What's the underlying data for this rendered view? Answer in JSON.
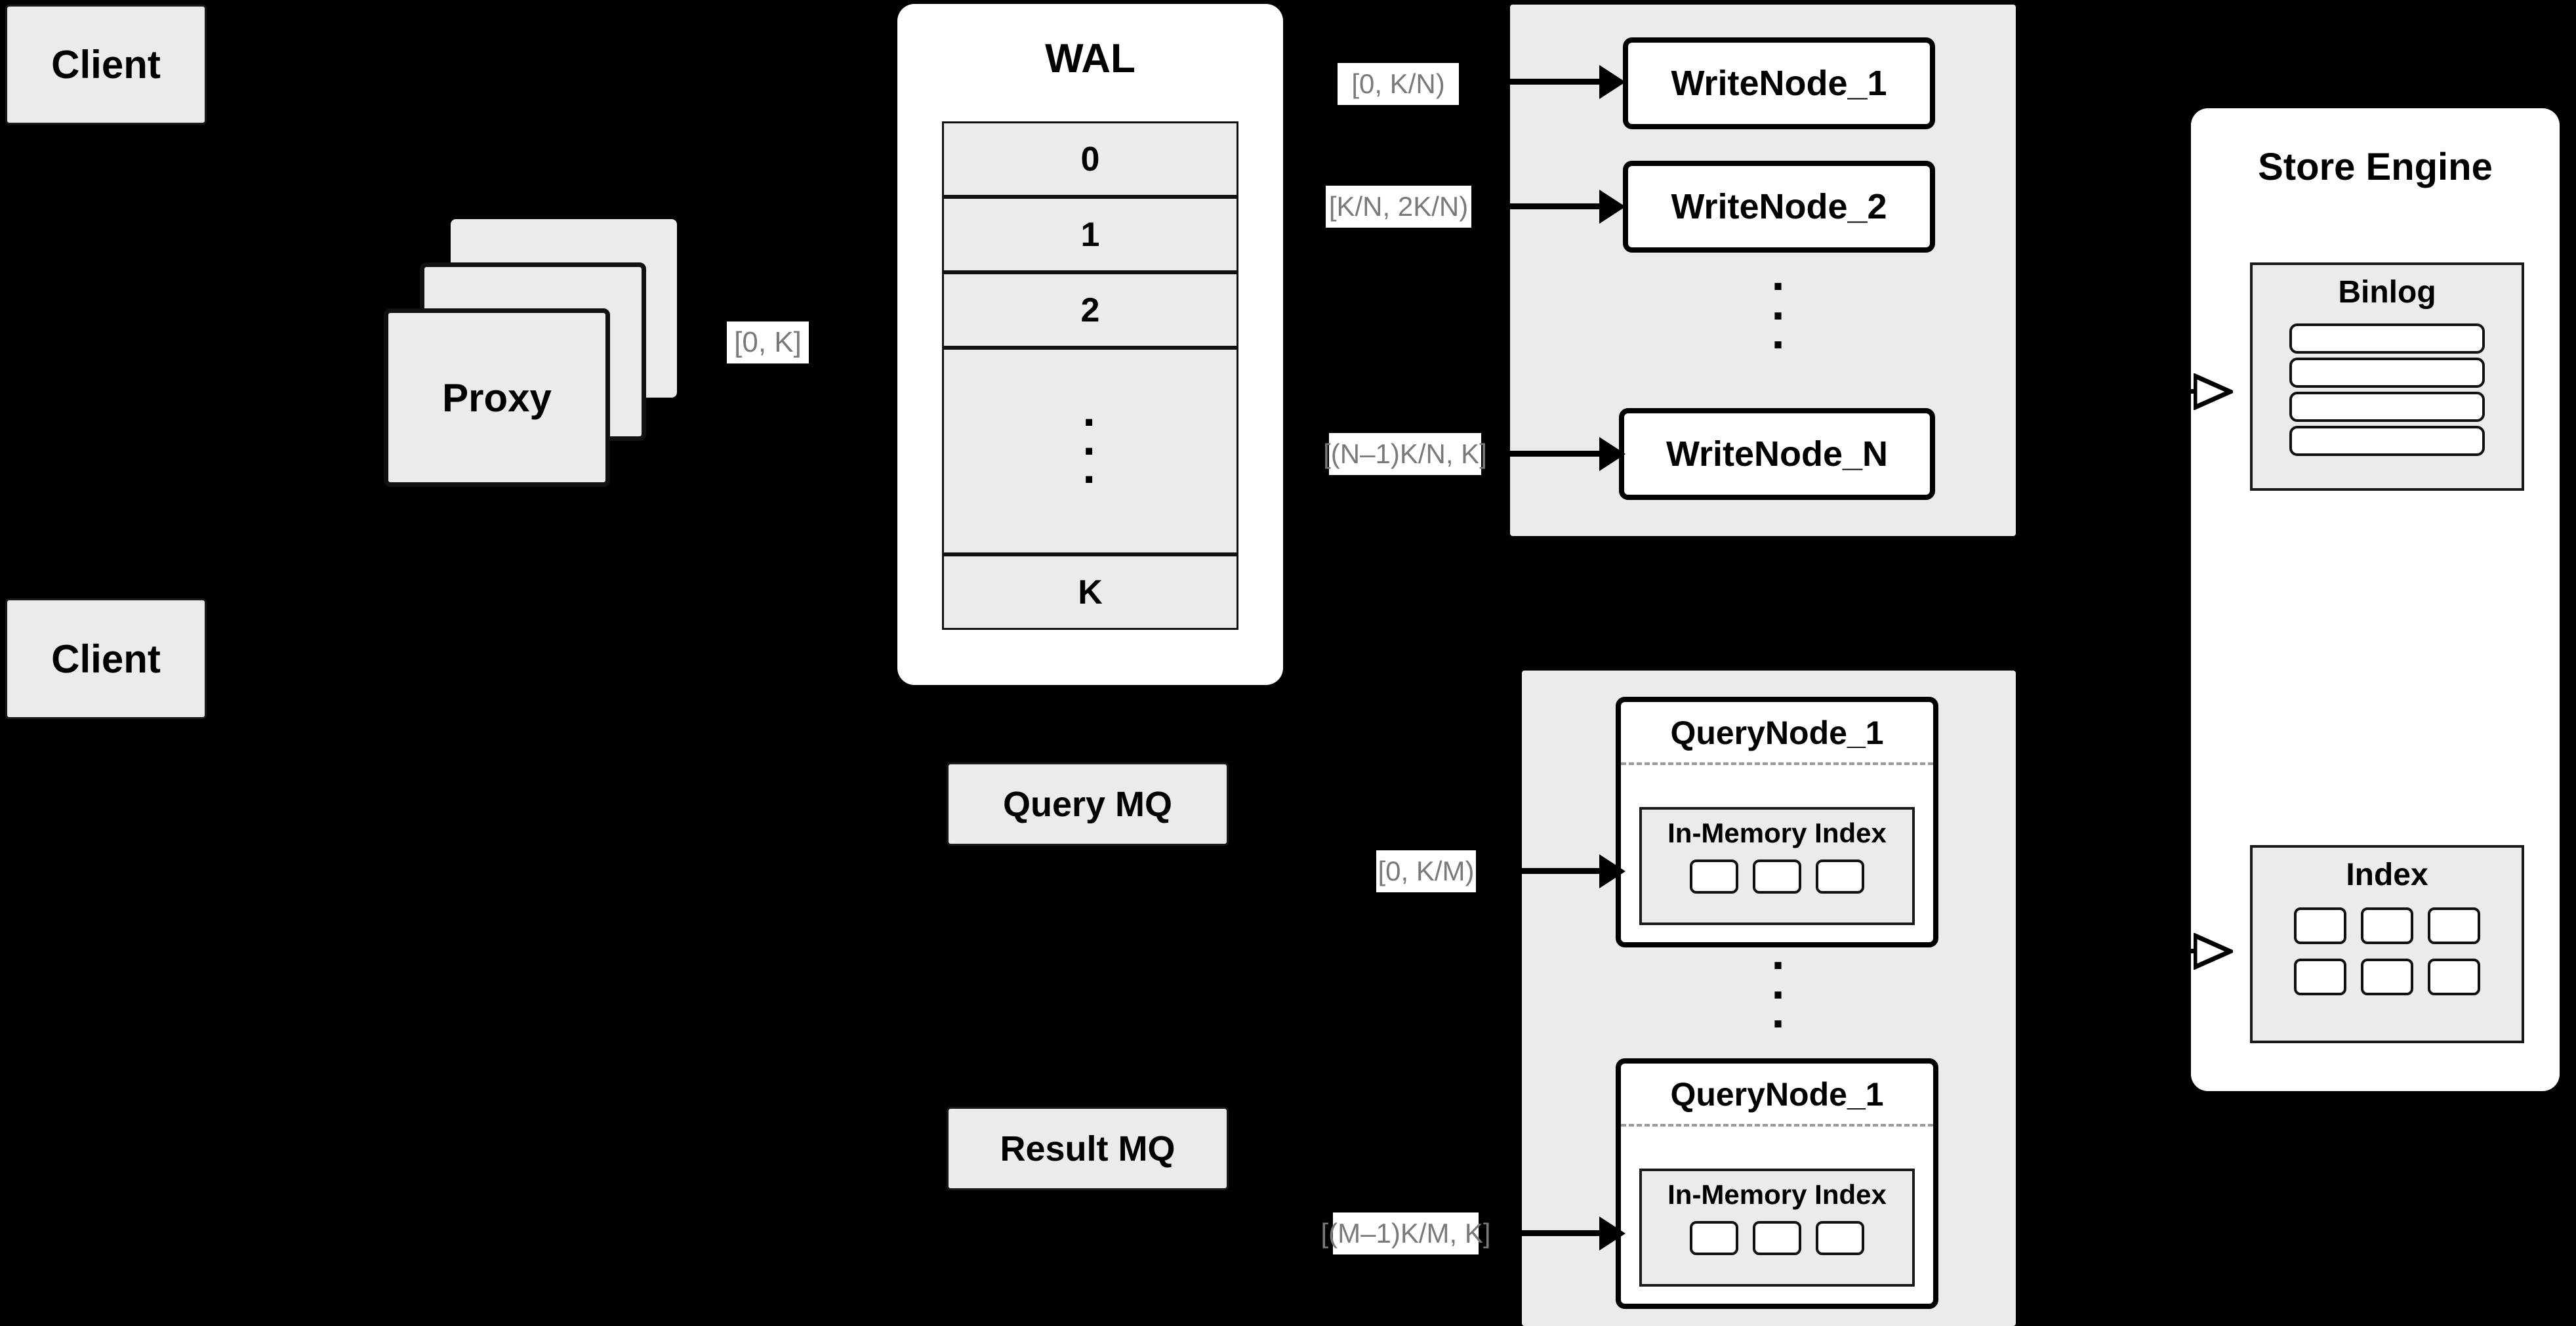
{
  "clients": [
    {
      "label": "Client"
    },
    {
      "label": "Client"
    }
  ],
  "proxy": {
    "label": "Proxy",
    "range_label": "[0, K]"
  },
  "wal": {
    "title": "WAL",
    "rows": [
      "0",
      "1",
      "2",
      "···",
      "K"
    ],
    "ellipsis_dots": "·"
  },
  "write_group": {
    "nodes": [
      {
        "label": "WriteNode_1",
        "range_label": "[0,  K/N)"
      },
      {
        "label": "WriteNode_2",
        "range_label": "[K/N, 2K/N)"
      },
      {
        "label": "WriteNode_N",
        "range_label": "[(N–1)K/N,  K]"
      }
    ],
    "ellipsis": "·"
  },
  "query_group": {
    "nodes": [
      {
        "label": "QueryNode_1",
        "index_title": "In-Memory Index",
        "slots": 3,
        "range_label": "[0, K/M)"
      },
      {
        "label": "QueryNode_1",
        "index_title": "In-Memory Index",
        "slots": 3,
        "range_label": "[(M–1)K/M, K]"
      }
    ],
    "ellipsis": "·"
  },
  "queues": [
    {
      "label": "Query MQ"
    },
    {
      "label": "Result MQ"
    }
  ],
  "store_engine": {
    "title": "Store Engine",
    "binlog": {
      "title": "Binlog",
      "rows": 4
    },
    "index": {
      "title": "Index",
      "rows": 2,
      "cols": 3
    }
  },
  "colors": {
    "background": "#000000",
    "card_fill": "#ebebeb",
    "panel_fill": "#ffffff",
    "stroke": "#111111",
    "label_text": "#7a7a7a"
  }
}
